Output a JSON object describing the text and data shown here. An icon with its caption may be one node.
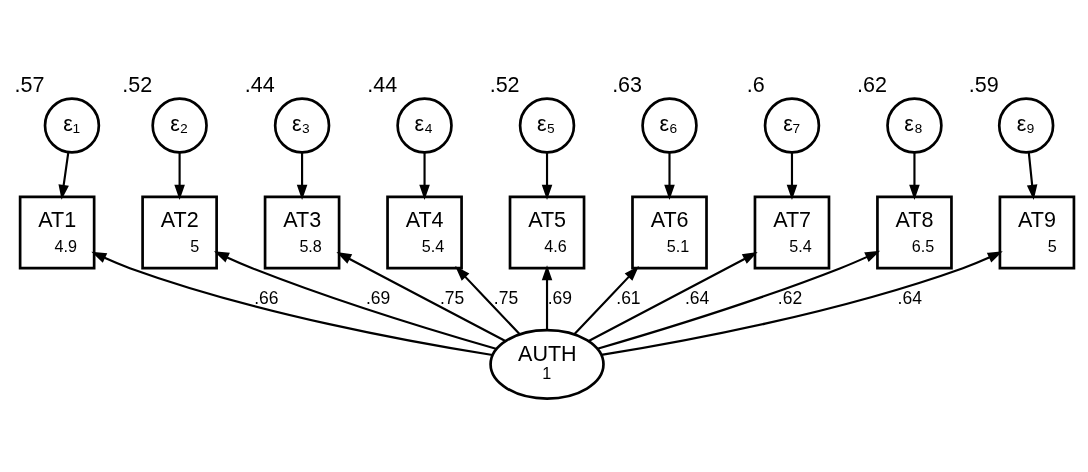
{
  "diagram": {
    "nodes": [
      {
        "text": [
          "ε₁"
        ],
        "beside": [
          ".57"
        ]
      },
      {
        "text": [
          "ε₂"
        ],
        "beside": [
          ".52"
        ]
      },
      {
        "text": [
          "ε₃"
        ],
        "beside": [
          ".44"
        ]
      },
      {
        "text": [
          "ε₄"
        ],
        "beside": [
          ".44"
        ]
      },
      {
        "text": [
          "ε₅"
        ],
        "beside": [
          ".52"
        ]
      },
      {
        "text": [
          "ε₆"
        ],
        "beside": [
          ".63"
        ]
      },
      {
        "text": [
          "ε₇"
        ],
        "beside": [
          ".6"
        ]
      },
      {
        "text": [
          "ε₈"
        ],
        "beside": [
          ".62"
        ]
      },
      {
        "text": [
          "ε₉"
        ],
        "beside": [
          ".59"
        ]
      },
      {
        "text": [
          "AT1",
          "4.9"
        ]
      },
      {
        "text": [
          "AT2",
          "5"
        ]
      },
      {
        "text": [
          "AT3",
          "5.8"
        ]
      },
      {
        "text": [
          "AT4",
          "5.4"
        ]
      },
      {
        "text": [
          "AT5",
          "4.6"
        ]
      },
      {
        "text": [
          "AT6",
          "5.1"
        ]
      },
      {
        "text": [
          "AT7",
          "5.4"
        ]
      },
      {
        "text": [
          "AT8",
          "6.5"
        ]
      },
      {
        "text": [
          "AT9",
          "5"
        ]
      },
      {
        "text": [
          "AUTH",
          "1"
        ]
      }
    ],
    "edges": [
      {
        "from": 0,
        "to": 9,
        "arrow": "to"
      },
      {
        "from": 1,
        "to": 10,
        "arrow": "to"
      },
      {
        "from": 2,
        "to": 11,
        "arrow": "to"
      },
      {
        "from": 3,
        "to": 12,
        "arrow": "to"
      },
      {
        "from": 4,
        "to": 13,
        "arrow": "to"
      },
      {
        "from": 5,
        "to": 14,
        "arrow": "to"
      },
      {
        "from": 6,
        "to": 15,
        "arrow": "to"
      },
      {
        "from": 7,
        "to": 16,
        "arrow": "to"
      },
      {
        "from": 8,
        "to": 17,
        "arrow": "to"
      },
      {
        "from": 18,
        "to": 9,
        "arrow": "to",
        "label": ".66"
      },
      {
        "from": 18,
        "to": 10,
        "arrow": "to",
        "label": ".69"
      },
      {
        "from": 18,
        "to": 11,
        "arrow": "to",
        "label": ".75"
      },
      {
        "from": 18,
        "to": 12,
        "arrow": "to",
        "label": ".75"
      },
      {
        "from": 18,
        "to": 13,
        "arrow": "to",
        "label": ".69"
      },
      {
        "from": 18,
        "to": 14,
        "arrow": "to",
        "label": ".61"
      },
      {
        "from": 18,
        "to": 15,
        "arrow": "to",
        "label": ".64"
      },
      {
        "from": 18,
        "to": 16,
        "arrow": "to",
        "label": ".62"
      },
      {
        "from": 18,
        "to": 17,
        "arrow": "to",
        "label": ".64"
      }
    ]
  }
}
